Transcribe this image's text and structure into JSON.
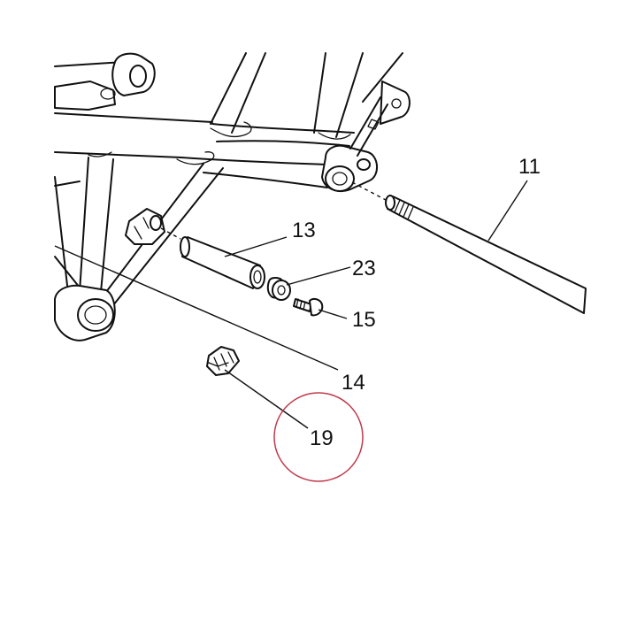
{
  "callouts": {
    "c11": "11",
    "c13": "13",
    "c23": "23",
    "c15": "15",
    "c14": "14",
    "c19": "19"
  },
  "colors": {
    "line": "#111111",
    "highlight_circle": "#c0394b",
    "background": "#ffffff"
  },
  "highlight": {
    "part": "19"
  }
}
